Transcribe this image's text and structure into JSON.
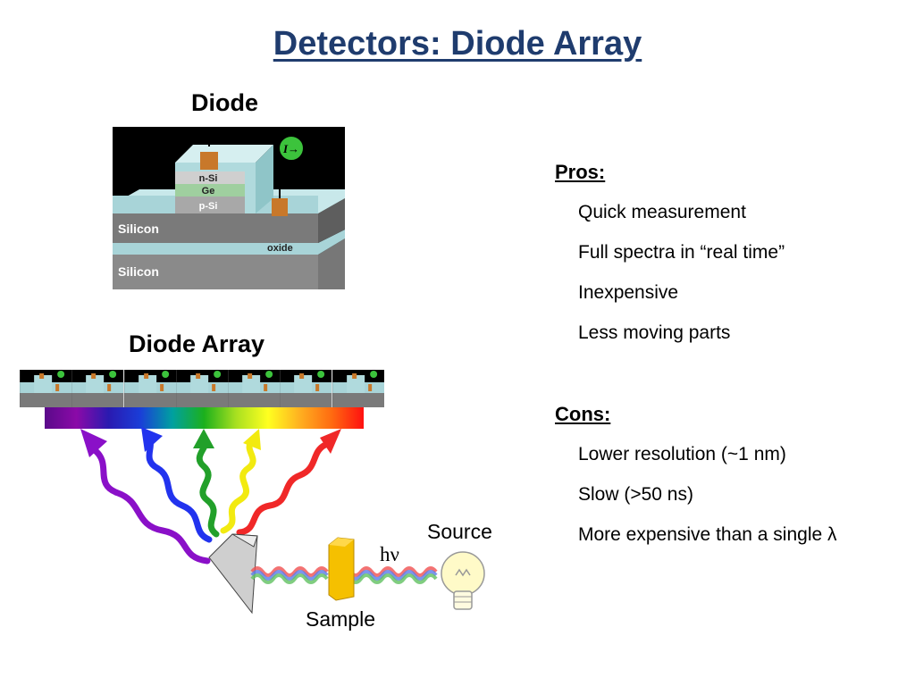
{
  "title": "Detectors: Diode Array",
  "diode_label": "Diode",
  "array_label": "Diode Array",
  "diagram": {
    "layers": [
      "n-Si",
      "Ge",
      "p-Si",
      "Silicon",
      "oxide",
      "Silicon"
    ],
    "current_symbol": "I→"
  },
  "source_label": "Source",
  "hv_label": "hν",
  "sample_label": "Sample",
  "pros": {
    "heading": "Pros:",
    "items": [
      "Quick measurement",
      "Full spectra in “real time”",
      "Inexpensive",
      "Less moving parts"
    ]
  },
  "cons": {
    "heading": "Cons:",
    "items": [
      "Lower resolution (~1 nm)",
      "Slow (>50 ns)",
      "More expensive than a single λ"
    ]
  },
  "colors": {
    "title": "#1f3c6e",
    "wave_purple": "#8a10c8",
    "wave_blue": "#2233ee",
    "wave_green": "#22a02a",
    "wave_yellow": "#f2ea10",
    "wave_red": "#f02828",
    "sample": "#f5c000",
    "copper": "#c8782a",
    "teal": "#a8d4d8"
  }
}
